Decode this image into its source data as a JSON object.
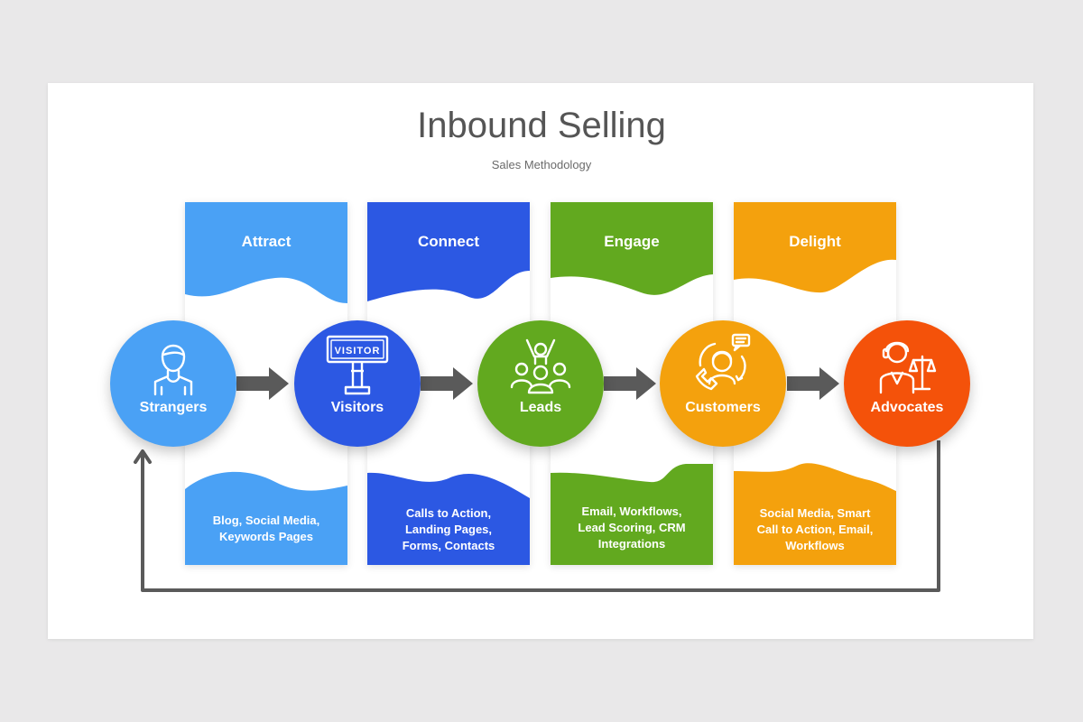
{
  "header": {
    "title": "Inbound Selling",
    "subtitle": "Sales Methodology"
  },
  "stages": [
    {
      "label": "Attract",
      "description": "Blog, Social Media,\nKeywords Pages",
      "color": "#4aa1f5"
    },
    {
      "label": "Connect",
      "description": "Calls to Action,\nLanding Pages,\nForms, Contacts",
      "color": "#2c58e3"
    },
    {
      "label": "Engage",
      "description": "Email, Workflows,\nLead Scoring, CRM\nIntegrations",
      "color": "#62a91f"
    },
    {
      "label": "Delight",
      "description": "Social Media, Smart\nCall to Action, Email,\nWorkflows",
      "color": "#f4a10d"
    }
  ],
  "personas": [
    {
      "label": "Strangers",
      "icon": "person-icon",
      "color": "#4aa1f5"
    },
    {
      "label": "Visitors",
      "icon": "visitor-sign-icon",
      "color": "#2c58e3"
    },
    {
      "label": "Leads",
      "icon": "group-icon",
      "color": "#62a91f"
    },
    {
      "label": "Customers",
      "icon": "customer-support-icon",
      "color": "#f4a10d"
    },
    {
      "label": "Advocates",
      "icon": "advocate-scales-icon",
      "color": "#f4520a"
    }
  ],
  "visitor_sign_text": "VISITOR",
  "arrow_color": "#5a5a5a"
}
